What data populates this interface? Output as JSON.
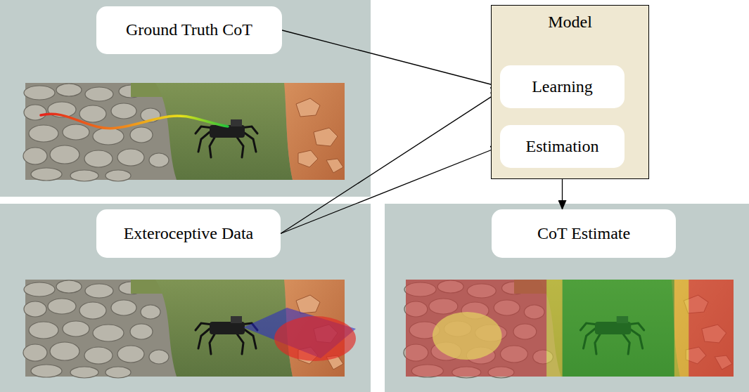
{
  "diagram": {
    "nodes": [
      {
        "text": [
          "Ground Truth CoT"
        ]
      },
      {
        "text": [
          "Exteroceptive Data"
        ]
      },
      {
        "text": [
          "CoT Estimate"
        ]
      },
      {
        "text": [
          "Model"
        ]
      },
      {
        "text": [
          "Learning"
        ],
        "in": 3
      },
      {
        "text": [
          "Estimation"
        ],
        "in": 3
      }
    ],
    "edges": [
      {
        "from": 0,
        "to": 4,
        "arrow": "to"
      },
      {
        "from": 1,
        "to": 4,
        "arrow": "to"
      },
      {
        "from": 1,
        "to": 5,
        "arrow": "to"
      },
      {
        "from": 5,
        "to": 2,
        "arrow": "to"
      }
    ]
  }
}
